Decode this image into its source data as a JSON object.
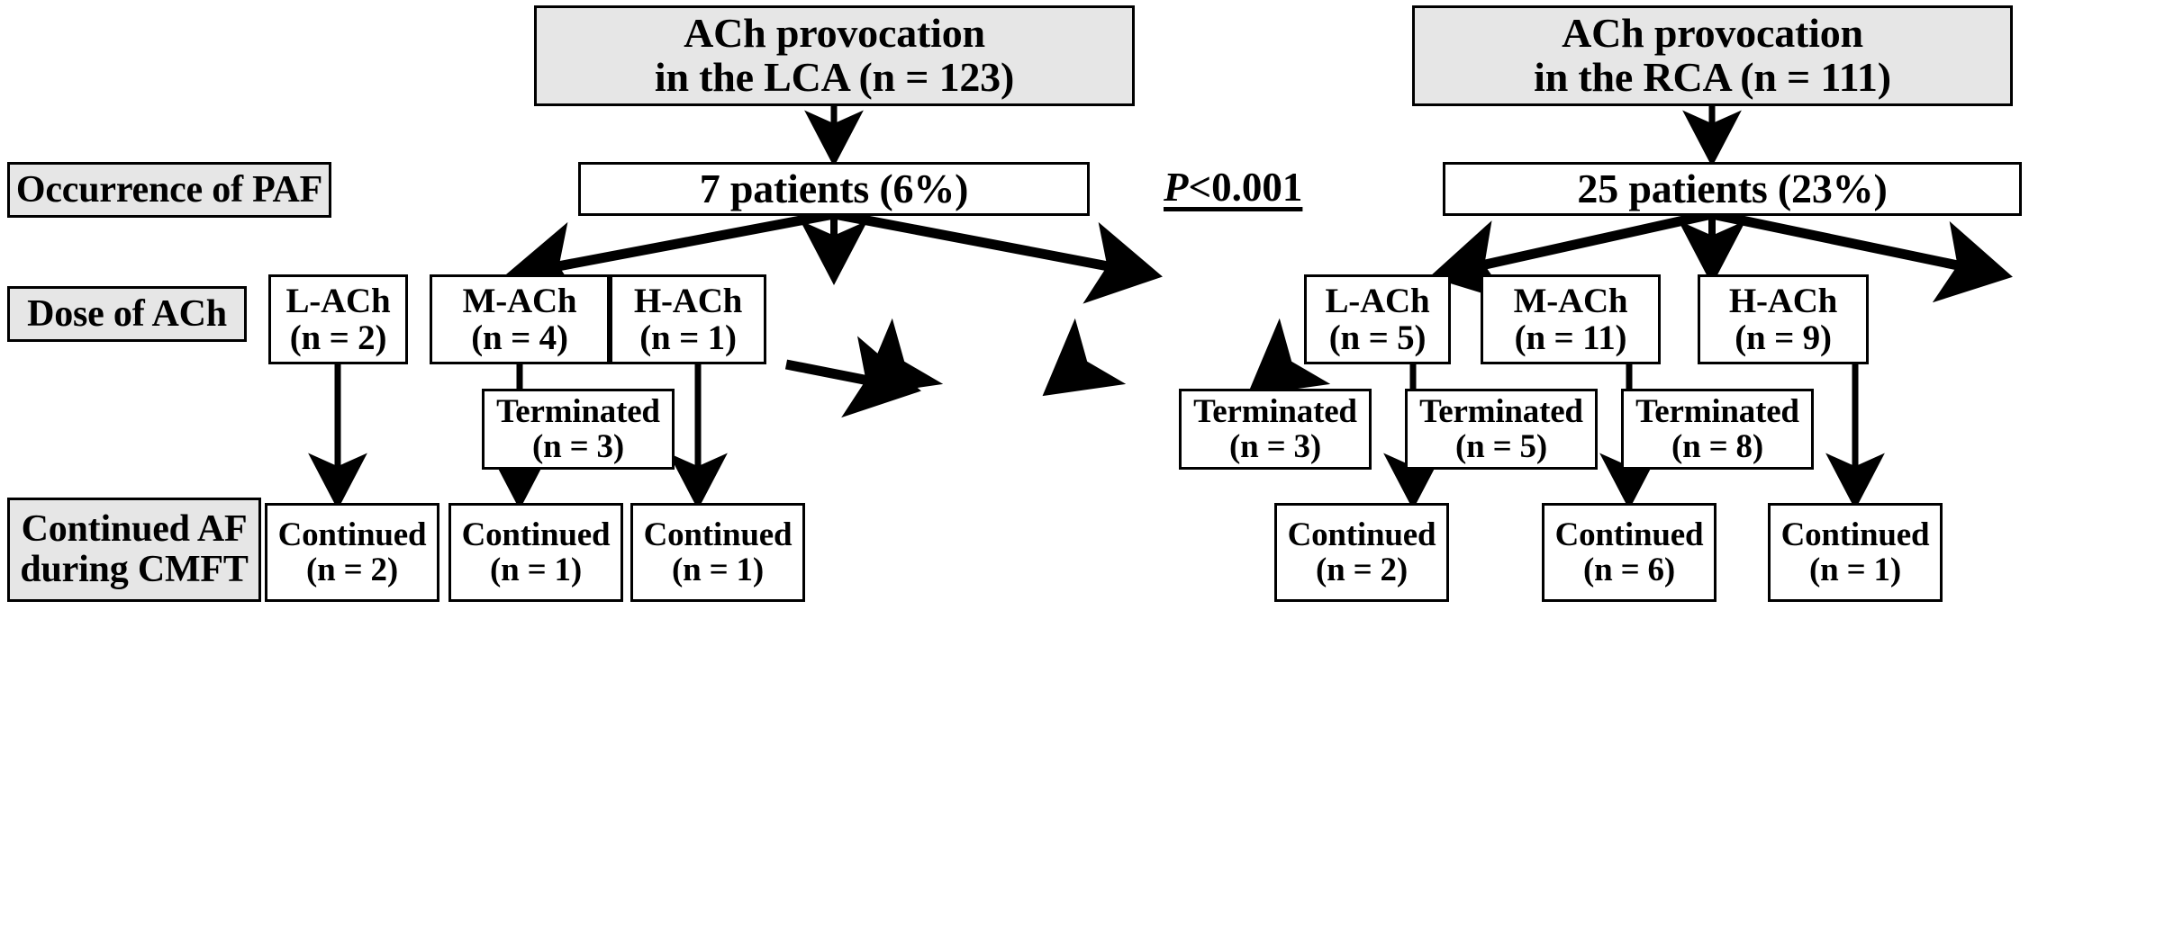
{
  "figure": {
    "type": "flowchart",
    "title": "ACh provocation flowchart for paroxysmal atrial fibrillation"
  },
  "row_labels": [
    {
      "id": "occurrence-of-paf",
      "text": "Occurrence of PAF"
    },
    {
      "id": "dose-of-ach",
      "text": "Dose of ACh"
    },
    {
      "id": "continued-af-during-cmft",
      "line1": "Continued AF",
      "line2": "during CMFT"
    }
  ],
  "left_branch": {
    "source": {
      "line1": "ACh provocation",
      "line2": "in the LCA (n = 123)"
    },
    "stat": {
      "text": "7 patients (6%)"
    },
    "doses": [
      {
        "label": "L-ACh",
        "count": "(n = 2)"
      },
      {
        "label": "M-ACh",
        "count": "(n = 4)"
      },
      {
        "label": "H-ACh",
        "count": "(n = 1)"
      }
    ],
    "terminated": [
      {
        "label": "Terminated",
        "count": "(n = 3)",
        "from": "M-ACh"
      }
    ],
    "continued": [
      {
        "label": "Continued",
        "count": "(n = 2)",
        "from": "L-ACh"
      },
      {
        "label": "Continued",
        "count": "(n = 1)",
        "from": "M-ACh"
      },
      {
        "label": "Continued",
        "count": "(n = 1)",
        "from": "H-ACh"
      }
    ]
  },
  "right_branch": {
    "source": {
      "line1": "ACh provocation",
      "line2": "in the RCA (n = 111)"
    },
    "stat": {
      "text": "25 patients (23%)"
    },
    "doses": [
      {
        "label": "L-ACh",
        "count": "(n = 5)"
      },
      {
        "label": "M-ACh",
        "count": "(n = 11)"
      },
      {
        "label": "H-ACh",
        "count": "(n = 9)"
      }
    ],
    "terminated": [
      {
        "label": "Terminated",
        "count": "(n = 3)",
        "from": "L-ACh"
      },
      {
        "label": "Terminated",
        "count": "(n = 5)",
        "from": "M-ACh"
      },
      {
        "label": "Terminated",
        "count": "(n = 8)",
        "from": "H-ACh"
      }
    ],
    "continued": [
      {
        "label": "Continued",
        "count": "(n = 2)",
        "from": "L-ACh"
      },
      {
        "label": "Continued",
        "count": "(n = 6)",
        "from": "M-ACh"
      },
      {
        "label": "Continued",
        "count": "(n = 1)",
        "from": "H-ACh"
      }
    ]
  },
  "comparison": {
    "p_symbol": "P",
    "p_text": "<0.001"
  },
  "colors": {
    "stroke": "#000000",
    "box_fill": "#ffffff",
    "label_fill": "#e6e6e6",
    "text": "#000000"
  }
}
